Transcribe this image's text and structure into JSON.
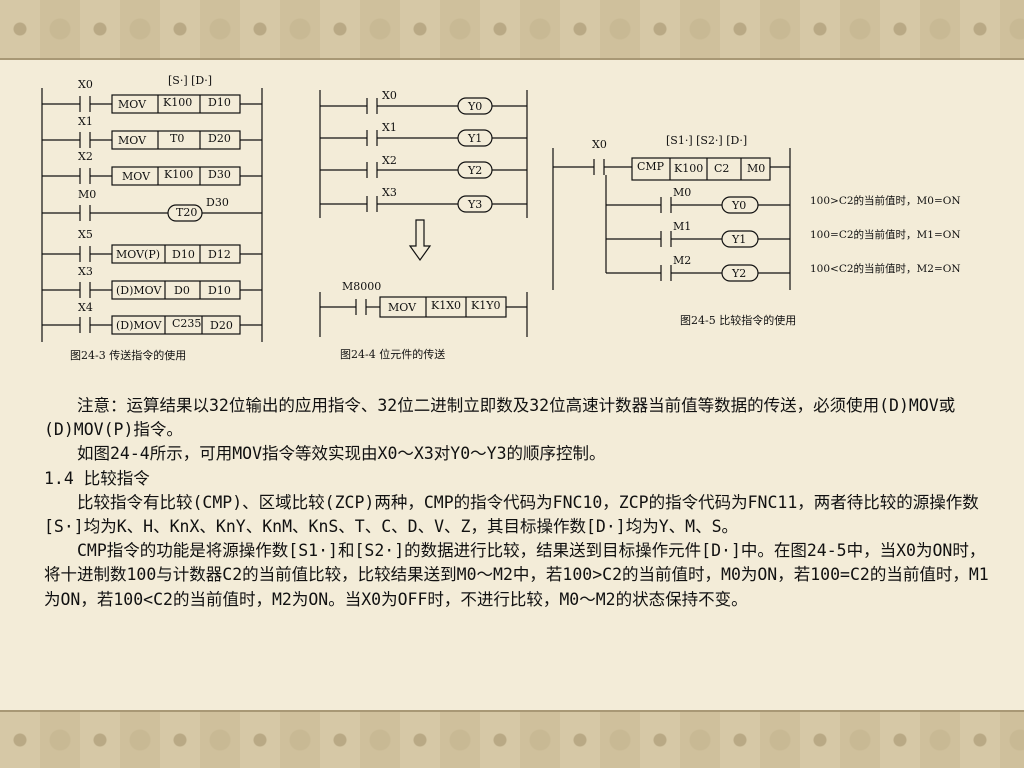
{
  "figures": {
    "fig3": {
      "caption": "图24-3 传送指令的使用",
      "operand_header": "[S·] [D·]",
      "rows": [
        {
          "contact": "X0",
          "instr": "MOV",
          "src": "K100",
          "dst": "D10"
        },
        {
          "contact": "X1",
          "instr": "MOV",
          "src": "T0",
          "dst": "D20"
        },
        {
          "contact": "X2",
          "instr": "MOV",
          "src": "K100",
          "dst": "D30"
        },
        {
          "contact": "M0",
          "coil": "T20",
          "coil_param": "D30"
        },
        {
          "contact": "X5",
          "instr": "MOV(P)",
          "src": "D10",
          "dst": "D12"
        },
        {
          "contact": "X3",
          "instr": "(D)MOV",
          "src": "D0",
          "dst": "D10"
        },
        {
          "contact": "X4",
          "instr": "(D)MOV",
          "src": "C235",
          "dst": "D20"
        }
      ]
    },
    "fig4": {
      "caption": "图24-4 位元件的传送",
      "rows": [
        {
          "contact": "X0",
          "coil": "Y0"
        },
        {
          "contact": "X1",
          "coil": "Y1"
        },
        {
          "contact": "X2",
          "coil": "Y2"
        },
        {
          "contact": "X3",
          "coil": "Y3"
        }
      ],
      "bottom": {
        "contact": "M8000",
        "instr": "MOV",
        "src": "K1X0",
        "dst": "K1Y0"
      }
    },
    "fig5": {
      "caption": "图24-5 比较指令的使用",
      "operand_header": "[S1·] [S2·] [D·]",
      "contact": "X0",
      "instr": "CMP",
      "s1": "K100",
      "s2": "C2",
      "d": "M0",
      "outputs": [
        {
          "contact": "M0",
          "coil": "Y0",
          "note": "100>C2的当前值时，M0=ON"
        },
        {
          "contact": "M1",
          "coil": "Y1",
          "note": "100=C2的当前值时，M1=ON"
        },
        {
          "contact": "M2",
          "coil": "Y2",
          "note": "100<C2的当前值时，M2=ON"
        }
      ]
    }
  },
  "text": {
    "p1": "注意：运算结果以32位输出的应用指令、32位二进制立即数及32位高速计数器当前值等数据的传送，必须使用(D)MOV或(D)MOV(P)指令。",
    "p2": "如图24-4所示，可用MOV指令等效实现由X0～X3对Y0～Y3的顺序控制。",
    "heading": "1.4 比较指令",
    "p3": "比较指令有比较(CMP)、区域比较(ZCP)两种，CMP的指令代码为FNC10，ZCP的指令代码为FNC11，两者待比较的源操作数[S·]均为K、H、KnX、KnY、KnM、KnS、T、C、D、V、Z，其目标操作数[D·]均为Y、M、S。",
    "p4": "CMP指令的功能是将源操作数[S1·]和[S2·]的数据进行比较，结果送到目标操作元件[D·]中。在图24-5中，当X0为ON时，将十进制数100与计数器C2的当前值比较，比较结果送到M0～M2中，若100>C2的当前值时，M0为ON，若100=C2的当前值时，M1为ON，若100<C2的当前值时，M2为ON。当X0为OFF时，不进行比较，M0～M2的状态保持不变。"
  }
}
